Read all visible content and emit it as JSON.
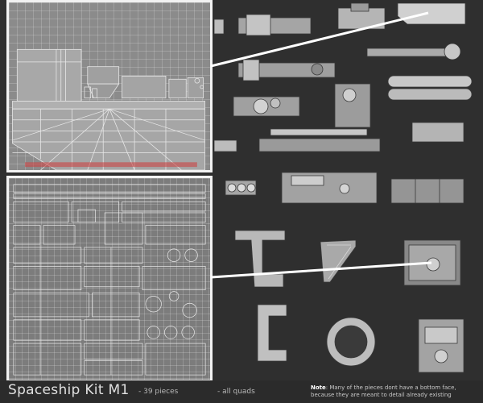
{
  "footer": {
    "title": "Spaceship Kit M1",
    "pieces_count": "- 39 pieces",
    "quads": "- all quads",
    "note_label": "Note",
    "note_text": ": Many of the pieces dont have a bottom face, because they are meant to detail already existing"
  },
  "colors": {
    "background": "#2f2f2f",
    "wire_panel": "#8b8b8b",
    "panel_border": "#f2f2f2",
    "piece_fill": "#9a9a9a",
    "piece_light": "#cfcfcf",
    "piece_dark": "#505050",
    "connector": "#ffffff"
  }
}
